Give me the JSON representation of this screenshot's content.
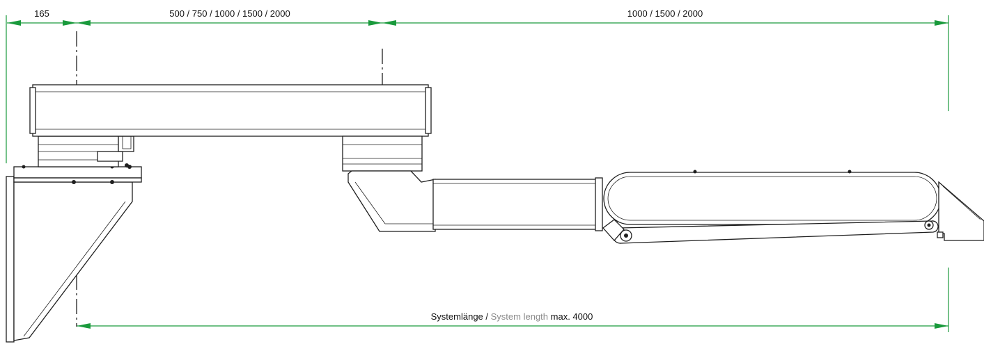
{
  "dimensions": {
    "top_left": "165",
    "top_middle": "500 / 750 / 1000 / 1500 / 2000",
    "top_right": "1000 / 1500 / 2000",
    "bottom": {
      "de": "Systemlänge /",
      "en": "System length",
      "max": "max. 4000"
    }
  },
  "colors": {
    "dimension": "#1a9a3c",
    "outline": "#1f1f1f",
    "secondary_text": "#8a8a8a"
  }
}
